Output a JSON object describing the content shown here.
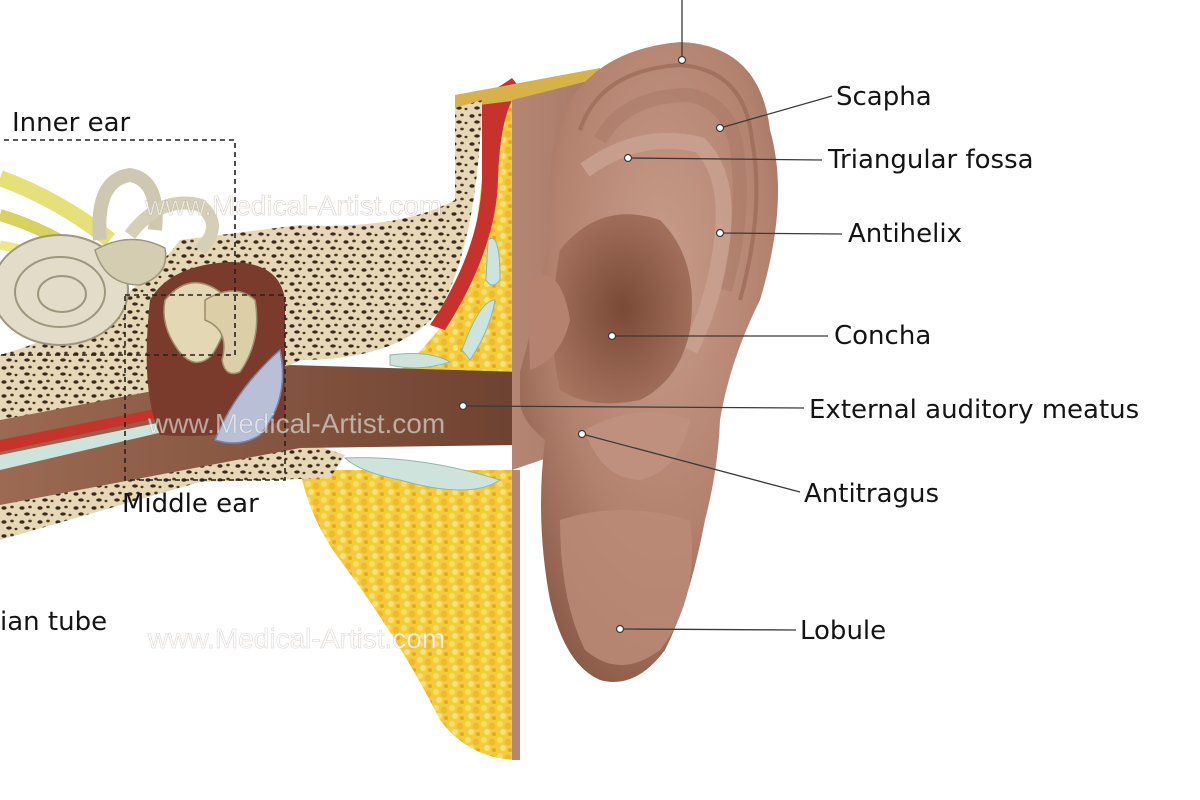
{
  "labels": {
    "scapha": "Scapha",
    "triangular_fossa": "Triangular fossa",
    "antihelix": "Antihelix",
    "concha": "Concha",
    "external_auditory_meatus": "External auditory meatus",
    "antitragus": "Antitragus",
    "lobule": "Lobule",
    "inner_ear": "Inner ear",
    "middle_ear": "Middle ear",
    "eustachian_tube_partial": "ian tube"
  },
  "watermark": "www.Medical-Artist.com",
  "colors": {
    "skin": "#b98a78",
    "skin_dark": "#8a5a48",
    "fat": "#f2c93a",
    "bone": "#e8dcc0",
    "cartilage": "#cfe4dc",
    "muscle": "#c8322c",
    "canal": "#8e5c44",
    "nerve": "#e6e07a",
    "eardrum": "#b9bfd6"
  }
}
